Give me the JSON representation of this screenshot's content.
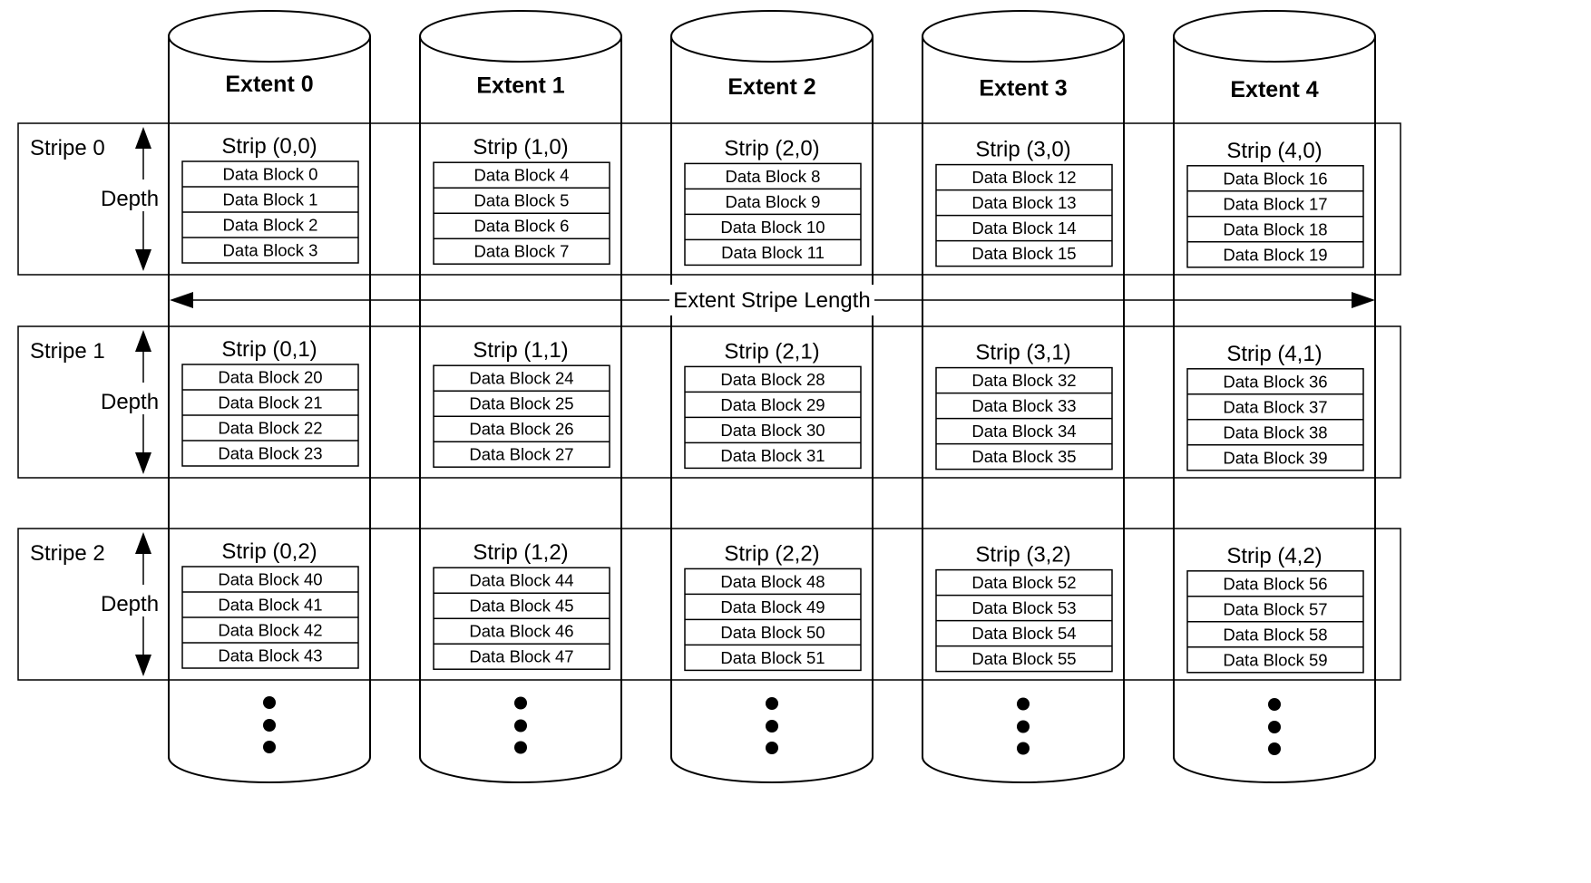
{
  "extents": [
    {
      "title": "Extent 0",
      "strips": [
        {
          "label": "Strip (0,0)",
          "blocks": [
            "Data Block 0",
            "Data Block 1",
            "Data Block 2",
            "Data Block 3"
          ]
        },
        {
          "label": "Strip (0,1)",
          "blocks": [
            "Data Block 20",
            "Data Block 21",
            "Data Block 22",
            "Data Block 23"
          ]
        },
        {
          "label": "Strip (0,2)",
          "blocks": [
            "Data Block 40",
            "Data Block 41",
            "Data Block 42",
            "Data Block 43"
          ]
        }
      ]
    },
    {
      "title": "Extent 1",
      "strips": [
        {
          "label": "Strip (1,0)",
          "blocks": [
            "Data Block 4",
            "Data Block 5",
            "Data Block 6",
            "Data Block 7"
          ]
        },
        {
          "label": "Strip (1,1)",
          "blocks": [
            "Data Block 24",
            "Data Block 25",
            "Data Block 26",
            "Data Block 27"
          ]
        },
        {
          "label": "Strip (1,2)",
          "blocks": [
            "Data Block 44",
            "Data Block 45",
            "Data Block 46",
            "Data Block 47"
          ]
        }
      ]
    },
    {
      "title": "Extent 2",
      "strips": [
        {
          "label": "Strip (2,0)",
          "blocks": [
            "Data Block 8",
            "Data Block 9",
            "Data Block 10",
            "Data Block 11"
          ]
        },
        {
          "label": "Strip (2,1)",
          "blocks": [
            "Data Block 28",
            "Data Block 29",
            "Data Block 30",
            "Data Block 31"
          ]
        },
        {
          "label": "Strip (2,2)",
          "blocks": [
            "Data Block 48",
            "Data Block 49",
            "Data Block 50",
            "Data Block 51"
          ]
        }
      ]
    },
    {
      "title": "Extent 3",
      "strips": [
        {
          "label": "Strip (3,0)",
          "blocks": [
            "Data Block 12",
            "Data Block 13",
            "Data Block 14",
            "Data Block 15"
          ]
        },
        {
          "label": "Strip (3,1)",
          "blocks": [
            "Data Block 32",
            "Data Block 33",
            "Data Block 34",
            "Data Block 35"
          ]
        },
        {
          "label": "Strip (3,2)",
          "blocks": [
            "Data Block 52",
            "Data Block 53",
            "Data Block 54",
            "Data Block 55"
          ]
        }
      ]
    },
    {
      "title": "Extent 4",
      "strips": [
        {
          "label": "Strip (4,0)",
          "blocks": [
            "Data Block 16",
            "Data Block 17",
            "Data Block 18",
            "Data Block 19"
          ]
        },
        {
          "label": "Strip (4,1)",
          "blocks": [
            "Data Block 36",
            "Data Block 37",
            "Data Block 38",
            "Data Block 39"
          ]
        },
        {
          "label": "Strip (4,2)",
          "blocks": [
            "Data Block 56",
            "Data Block 57",
            "Data Block 58",
            "Data Block 59"
          ]
        }
      ]
    }
  ],
  "stripes": [
    {
      "label": "Stripe 0",
      "depth_label": "Depth"
    },
    {
      "label": "Stripe 1",
      "depth_label": "Depth"
    },
    {
      "label": "Stripe 2",
      "depth_label": "Depth"
    }
  ],
  "stripe_length_label": "Extent Stripe Length",
  "colors": {
    "stroke": "#000000",
    "fill": "#ffffff"
  }
}
